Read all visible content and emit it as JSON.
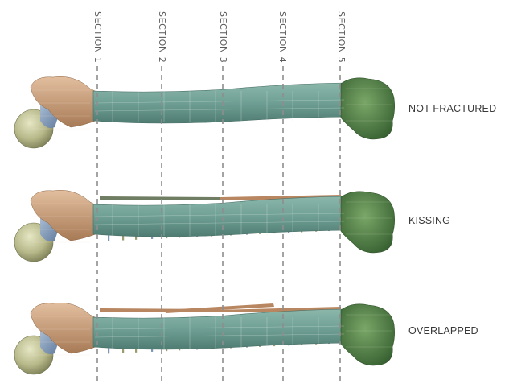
{
  "sections": [
    {
      "label": "SECTION 1"
    },
    {
      "label": "SECTION 2"
    },
    {
      "label": "SECTION 3"
    },
    {
      "label": "SECTION 4"
    },
    {
      "label": "SECTION 5"
    }
  ],
  "cases": [
    {
      "label": "NOT FRACTURED",
      "plate": "none"
    },
    {
      "label": "KISSING",
      "plate": "kissing"
    },
    {
      "label": "OVERLAPPED",
      "plate": "overlapped"
    }
  ],
  "colors": {
    "shaft": "#6f9f94",
    "trochanter": "#c89a74",
    "neck": "#7f97b5",
    "head": "#b7b98a",
    "condyle": "#4e7d45",
    "plate_dark": "#6f7d62",
    "plate_light": "#b88660",
    "section_line": "#8e8e8e"
  }
}
